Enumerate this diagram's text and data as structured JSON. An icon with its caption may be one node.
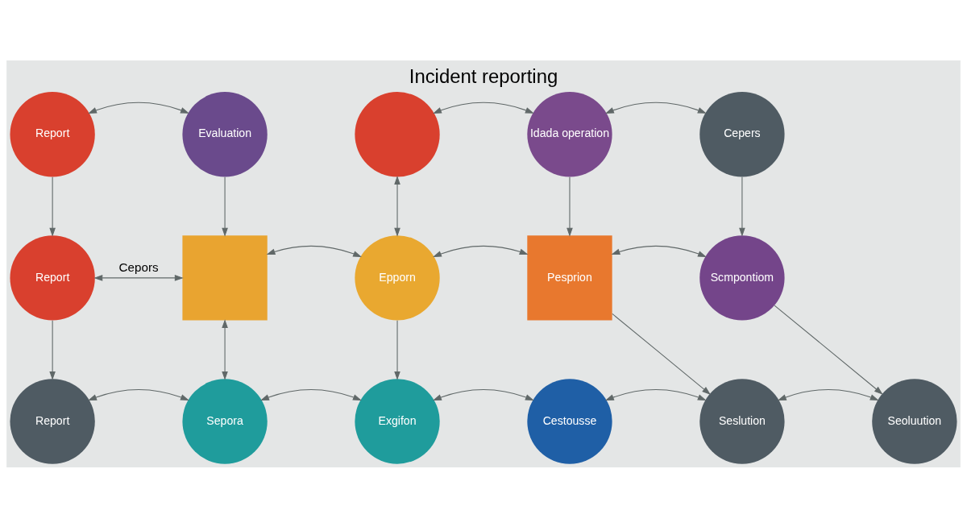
{
  "diagram": {
    "title": "Incident reporting",
    "nodes": [
      {
        "text": [
          "Report"
        ]
      },
      {
        "text": [
          "Evaluation"
        ]
      },
      {
        "text": [],
        "shape": "circle"
      },
      {
        "text": [
          "Idada operation"
        ]
      },
      {
        "text": [
          "Cepers"
        ]
      },
      {
        "text": [
          "Report"
        ]
      },
      {
        "text": [],
        "shape": "box"
      },
      {
        "text": [
          "Epporn"
        ]
      },
      {
        "text": [
          "Pesprion"
        ]
      },
      {
        "text": [
          "Scmpontiom"
        ]
      },
      {
        "text": [
          "Report"
        ]
      },
      {
        "text": [
          "Sepora"
        ]
      },
      {
        "text": [
          "Exgifon"
        ]
      },
      {
        "text": [
          "Cestousse"
        ]
      },
      {
        "text": [
          "Seslution"
        ]
      },
      {
        "text": [
          "Seoluution"
        ]
      }
    ],
    "edges": [
      {
        "from": 0,
        "to": 1,
        "arrow": "both"
      },
      {
        "from": 2,
        "to": 3,
        "arrow": "both"
      },
      {
        "from": 3,
        "to": 4,
        "arrow": "both"
      },
      {
        "from": 0,
        "to": 5,
        "arrow": "to"
      },
      {
        "from": 1,
        "to": 6,
        "arrow": "to"
      },
      {
        "from": 2,
        "to": 7,
        "arrow": "both"
      },
      {
        "from": 3,
        "to": 8,
        "arrow": "to"
      },
      {
        "from": 4,
        "to": 9,
        "arrow": "to"
      },
      {
        "from": 5,
        "to": 6,
        "arrow": "both",
        "label": "Cepors"
      },
      {
        "from": 6,
        "to": 7,
        "arrow": "both"
      },
      {
        "from": 7,
        "to": 8,
        "arrow": "both"
      },
      {
        "from": 8,
        "to": 9,
        "arrow": "both"
      },
      {
        "from": 5,
        "to": 10,
        "arrow": "to"
      },
      {
        "from": 6,
        "to": 11,
        "arrow": "both"
      },
      {
        "from": 7,
        "to": 12,
        "arrow": "to"
      },
      {
        "from": 8,
        "to": 14,
        "arrow": "to"
      },
      {
        "from": 9,
        "to": 15,
        "arrow": "to"
      },
      {
        "from": 10,
        "to": 11,
        "arrow": "both"
      },
      {
        "from": 11,
        "to": 12,
        "arrow": "both"
      },
      {
        "from": 12,
        "to": 13,
        "arrow": "both"
      },
      {
        "from": 13,
        "to": 14,
        "arrow": "both"
      },
      {
        "from": 14,
        "to": 15,
        "arrow": "both"
      }
    ]
  }
}
